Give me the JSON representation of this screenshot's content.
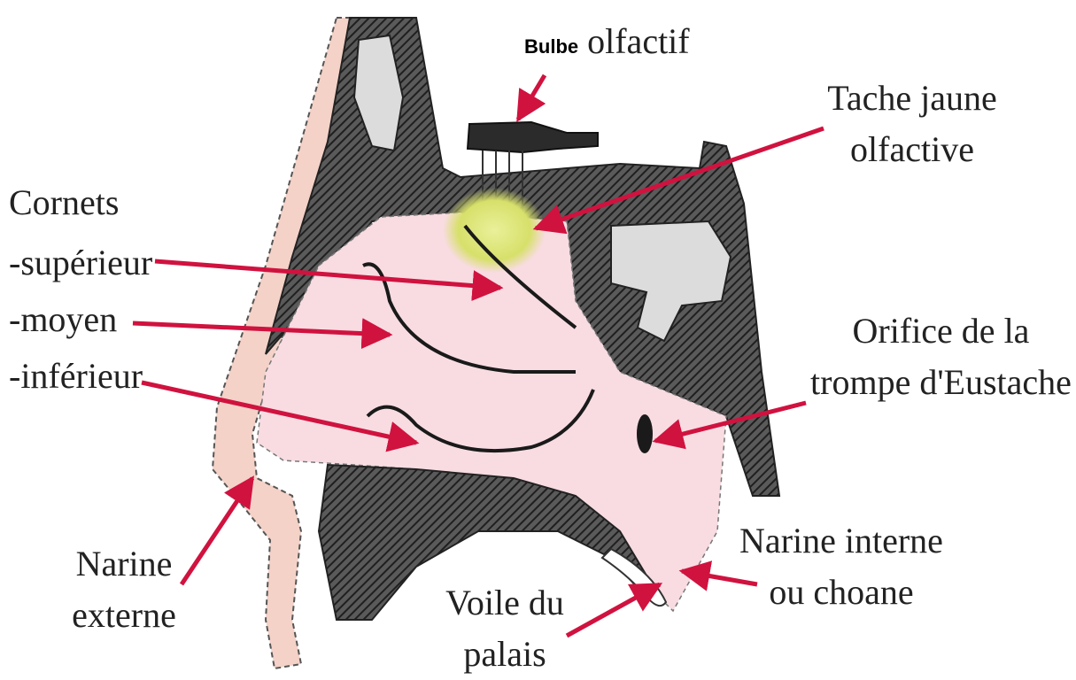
{
  "labels": {
    "bulbe_bold": "Bulbe",
    "bulbe_rest": "olfactif",
    "tache_line1": "Tache jaune",
    "tache_line2": "olfactive",
    "cornets": "Cornets",
    "superieur": "-supérieur",
    "moyen": "-moyen",
    "inferieur": "-inférieur",
    "orifice_line1": "Orifice de la",
    "orifice_line2": "trompe d'Eustache",
    "narine_ext_line1": "Narine",
    "narine_ext_line2": "externe",
    "voile_line1": "Voile du",
    "voile_line2": "palais",
    "narine_int_line1": "Narine interne",
    "narine_int_line2": "ou choane"
  },
  "colors": {
    "arrow": "#d0123f",
    "bone": "#3a3a3a",
    "mucosa": "#f8dce2",
    "olfactory_spot": "#dde88a",
    "skin": "#f4d2c8"
  }
}
